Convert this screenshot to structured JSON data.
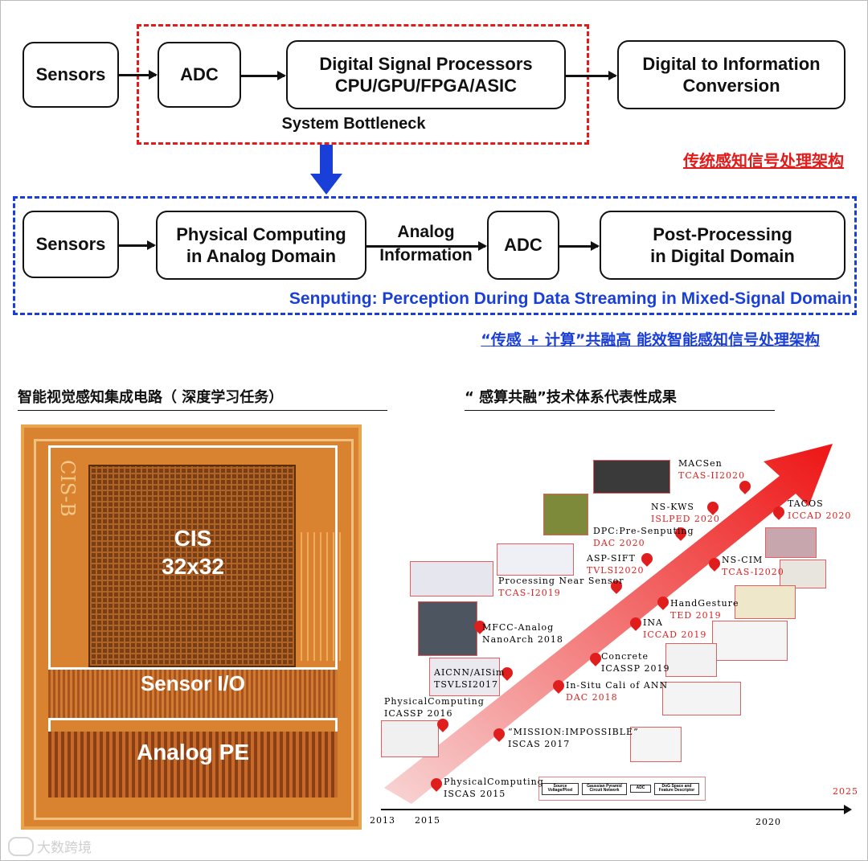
{
  "traditional": {
    "sensors": "Sensors",
    "adc": "ADC",
    "dsp_line1": "Digital Signal Processors",
    "dsp_line2": "CPU/GPU/FPGA/ASIC",
    "d2i_line1": "Digital to Information",
    "d2i_line2": "Conversion",
    "bottleneck": "System Bottleneck",
    "caption": "传统感知信号处理架构"
  },
  "senputing": {
    "sensors": "Sensors",
    "physical_line1": "Physical Computing",
    "physical_line2": "in Analog Domain",
    "analog_line1": "Analog",
    "analog_line2": "Information",
    "adc": "ADC",
    "post_line1": "Post-Processing",
    "post_line2": "in Digital Domain",
    "tagline": "Senputing: Perception During Data Streaming in Mixed-Signal Domain",
    "caption": "“传感 + 计算”共融高 能效智能感知信号处理架构"
  },
  "chip": {
    "heading": "智能视觉感知集成电路（ 深度学习任务）",
    "brand": "CIS-B",
    "cis_line1": "CIS",
    "cis_line2": "32x32",
    "sensor_io": "Sensor I/O",
    "analog_pe": "Analog PE"
  },
  "timeline": {
    "heading": "“ 感算共融”技术体系代表性成果",
    "years": {
      "y2013": "2013",
      "y2015": "2015",
      "y2020": "2020",
      "y2025": "2025"
    },
    "items": [
      {
        "name": "MACSen",
        "venue": "TCAS-II2020"
      },
      {
        "name": "NS-KWS",
        "venue": "ISLPED 2020"
      },
      {
        "name": "TACOS",
        "venue": "ICCAD 2020"
      },
      {
        "name": "DPC:Pre-Senputing",
        "venue": "DAC 2020"
      },
      {
        "name": "ASP-SIFT",
        "venue": "TVLSI2020"
      },
      {
        "name": "NS-CIM",
        "venue": "TCAS-I2020"
      },
      {
        "name": "Processing Near Sensor",
        "venue": "TCAS-I2019"
      },
      {
        "name": "HandGesture",
        "venue": "TED 2019"
      },
      {
        "name": "MFCC-Analog",
        "venue": "NanoArch 2018"
      },
      {
        "name": "INA",
        "venue": "ICCAD 2019"
      },
      {
        "name": "Concrete",
        "venue": "ICASSP 2019"
      },
      {
        "name": "AICNN/AISim",
        "venue": "TSVLSI2017"
      },
      {
        "name": "In-Situ Cali of ANN",
        "venue": "DAC 2018"
      },
      {
        "name": "PhysicalComputing",
        "venue": "ICASSP 2016"
      },
      {
        "name": "“MISSION:IMPOSSIBLE”",
        "venue": "ISCAS 2017"
      },
      {
        "name": "PhysicalComputing",
        "venue": "ISCAS 2015"
      }
    ],
    "pipeline": [
      "Source Voltage/Pixel",
      "Gaussian Pyramid Circuit Network",
      "ADC",
      "DoG Space and Feature Descriptor"
    ]
  },
  "watermark": "大数跨境"
}
